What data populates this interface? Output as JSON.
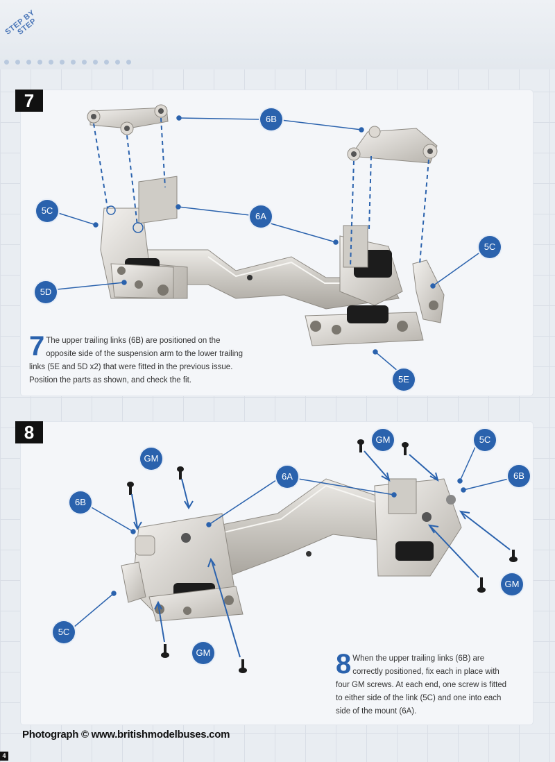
{
  "header": {
    "step_by_line1": "STEP BY",
    "step_by_line2": "STEP",
    "accent_color": "#2a62ad"
  },
  "steps": [
    {
      "number": "7",
      "labels": {
        "six_b": "6B",
        "five_c_left": "5C",
        "six_a": "6A",
        "five_c_right": "5C",
        "five_d": "5D",
        "five_e": "5E"
      },
      "description": {
        "dropcap": "7",
        "line1": "The upper trailing links (6B) are positioned on the",
        "line2": "opposite side of the suspension arm to the lower trailing",
        "line3": "links (5E and 5D x2) that were fitted in the previous issue.",
        "line4": "Position the parts as shown, and check the fit."
      }
    },
    {
      "number": "8",
      "labels": {
        "gm_top_left": "GM",
        "gm_top_right": "GM",
        "five_c_top": "5C",
        "six_b_right": "6B",
        "six_a": "6A",
        "six_b_left": "6B",
        "gm_right": "GM",
        "five_c_left": "5C",
        "gm_bottom": "GM"
      },
      "description": {
        "dropcap": "8",
        "line1": "When the upper trailing links (6B) are",
        "line2": "correctly positioned, fix each in place with",
        "line3": "four GM screws. At each end, one screw is fitted",
        "line4": "to either side of the link (5C) and one into each",
        "line5": "side of the mount (6A)."
      }
    }
  ],
  "footer": {
    "credit": "Photograph © www.britishmodelbuses.com",
    "page_number": "4"
  }
}
